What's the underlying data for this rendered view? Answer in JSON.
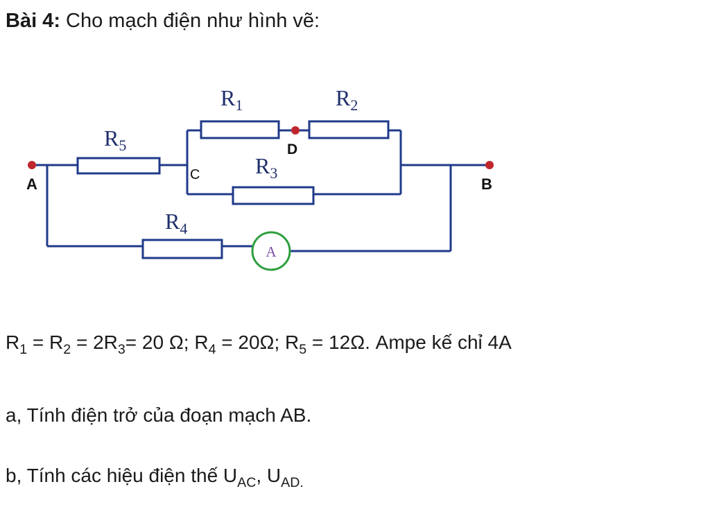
{
  "title": {
    "label": "Bài 4:",
    "text": " Cho mạch điện như hình vẽ:"
  },
  "circuit": {
    "resistors": {
      "r1": {
        "base": "R",
        "sub": "1"
      },
      "r2": {
        "base": "R",
        "sub": "2"
      },
      "r3": {
        "base": "R",
        "sub": "3"
      },
      "r4": {
        "base": "R",
        "sub": "4"
      },
      "r5": {
        "base": "R",
        "sub": "5"
      }
    },
    "nodes": {
      "a": "A",
      "b": "B",
      "c": "C",
      "d": "D"
    },
    "ammeter": "A",
    "colors": {
      "wire": "#1f3a8a",
      "node": "#c0272d",
      "ammeter": "#2e9e3e",
      "ammeter_text": "#7b4fa6"
    }
  },
  "formula": {
    "p1": "R",
    "s1": "1",
    "p2": " = R",
    "s2": "2",
    "p3": " = 2R",
    "s3": "3",
    "p4": "= 20 Ω; R",
    "s4": "4",
    "p5": " = 20Ω; R",
    "s5": "5",
    "p6": " = 12Ω. Ampe kế chỉ 4A"
  },
  "questions": {
    "a": "a, Tính điện trở của đoạn mạch AB.",
    "b_prefix": "b, Tính các hiệu điện thế U",
    "b_sub1": "AC",
    "b_mid": ", U",
    "b_sub2": "AD."
  }
}
